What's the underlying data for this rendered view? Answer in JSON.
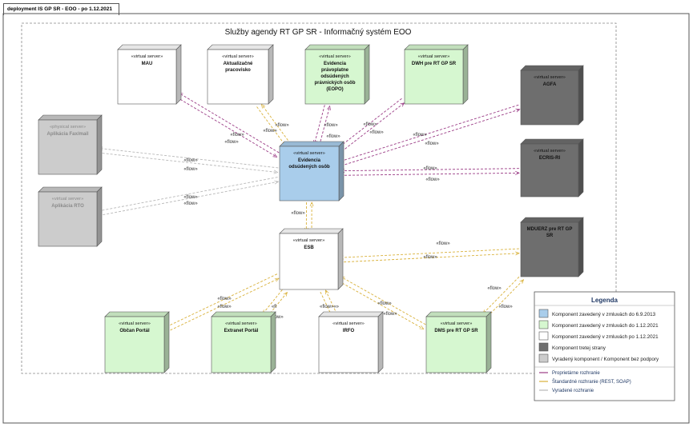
{
  "frame_label": "deployment IS GP SR - EOO - po 1.12.2021",
  "diagram_title": "Služby agendy RT GP SR - Informačný systém EOO",
  "colors": {
    "blue": "#a9cdeb",
    "green": "#d6f7d0",
    "white": "#ffffff",
    "dark": "#6e6e6e",
    "gray": "#cccccc",
    "proprietary": "#9b3c86",
    "standard": "#d9b13a",
    "deprecated": "#b8b8b8"
  },
  "nodes": [
    {
      "id": "mau",
      "stereotype": "«virtual server»",
      "name": [
        "MAU"
      ],
      "category": "white"
    },
    {
      "id": "aktualizacne",
      "stereotype": "«virtual server»",
      "name": [
        "Aktualizačné",
        "pracovisko"
      ],
      "category": "white"
    },
    {
      "id": "eopo",
      "stereotype": "«virtual server»",
      "name": [
        "Evidencia",
        "právoplatne",
        "odsúdených",
        "právnických osôb",
        "(EOPO)"
      ],
      "category": "green"
    },
    {
      "id": "dwh",
      "stereotype": "«virtual server»",
      "name": [
        "DWH pre RT GP SR"
      ],
      "category": "green"
    },
    {
      "id": "agfa",
      "stereotype": "«virtual server»",
      "name": [
        "AGFA"
      ],
      "category": "dark"
    },
    {
      "id": "ecris",
      "stereotype": "«virtual server»",
      "name": [
        "ECRIS-RI"
      ],
      "category": "dark"
    },
    {
      "id": "fax",
      "stereotype": "«physical server»",
      "name": [
        "Aplikácia Fax/mail"
      ],
      "category": "gray"
    },
    {
      "id": "rto",
      "stereotype": "«virtual server»",
      "name": [
        "Aplikácia RTO"
      ],
      "category": "gray"
    },
    {
      "id": "eoo",
      "stereotype": "«virtual server»",
      "name": [
        "Evidencia",
        "odsúdených osôb"
      ],
      "category": "blue"
    },
    {
      "id": "esb",
      "stereotype": "«virtual server»",
      "name": [
        "ESB"
      ],
      "category": "white"
    },
    {
      "id": "mduerz",
      "stereotype": "",
      "name": [
        "MDUERZ pre RT GP",
        "SR"
      ],
      "category": "dark"
    },
    {
      "id": "obcan",
      "stereotype": "«virtual server»",
      "name": [
        "Občan Portál"
      ],
      "category": "green"
    },
    {
      "id": "extranet",
      "stereotype": "«virtual server»",
      "name": [
        "Extranet Portál"
      ],
      "category": "green"
    },
    {
      "id": "irfo",
      "stereotype": "«virtual server»",
      "name": [
        "IRFO"
      ],
      "category": "white"
    },
    {
      "id": "dms",
      "stereotype": "«virtual server»",
      "name": [
        "DMS pre RT GP SR"
      ],
      "category": "green"
    }
  ],
  "flows": [
    {
      "from": "eoo",
      "to": "mau",
      "kind": "proprietary",
      "labels": [
        "«flow»",
        "«flow»"
      ]
    },
    {
      "from": "eoo",
      "to": "aktualizacne",
      "kind": "standard",
      "labels": [
        "«flow»",
        "«flow»"
      ]
    },
    {
      "from": "eoo",
      "to": "eopo",
      "kind": "proprietary",
      "labels": [
        "«flow»",
        "«flow»"
      ]
    },
    {
      "from": "eoo",
      "to": "dwh",
      "kind": "proprietary",
      "labels": [
        "«flow»",
        "«flow»"
      ]
    },
    {
      "from": "eoo",
      "to": "agfa",
      "kind": "proprietary",
      "labels": [
        "«flow»",
        "«flow»"
      ]
    },
    {
      "from": "eoo",
      "to": "ecris",
      "kind": "proprietary",
      "labels": [
        "«flow»",
        "«flow»"
      ]
    },
    {
      "from": "eoo",
      "to": "fax",
      "kind": "deprecated",
      "labels": [
        "«flow»",
        "«flow»"
      ]
    },
    {
      "from": "eoo",
      "to": "rto",
      "kind": "deprecated",
      "labels": [
        "«flow»",
        "«flow»"
      ]
    },
    {
      "from": "eoo",
      "to": "esb",
      "kind": "standard",
      "labels": [
        "«flow»"
      ]
    },
    {
      "from": "esb",
      "to": "mduerz",
      "kind": "standard",
      "labels": [
        "«flow»",
        "«flow»"
      ]
    },
    {
      "from": "esb",
      "to": "obcan",
      "kind": "standard",
      "labels": [
        "«flow»",
        "«flow»"
      ]
    },
    {
      "from": "esb",
      "to": "extranet",
      "kind": "standard",
      "labels": [
        "«fl",
        "«flow»"
      ]
    },
    {
      "from": "esb",
      "to": "irfo",
      "kind": "standard",
      "labels": [
        "«flow»«»"
      ]
    },
    {
      "from": "esb",
      "to": "dms",
      "kind": "standard",
      "labels": [
        "«flow»",
        "«flow»"
      ]
    },
    {
      "from": "dms",
      "to": "mduerz",
      "kind": "standard",
      "labels": [
        "«flow»",
        "«flow»"
      ]
    }
  ],
  "legend": {
    "title": "Legenda",
    "items": [
      {
        "category": "blue",
        "label": "Komponent zavedený v zmluvách do 6.9.2013"
      },
      {
        "category": "green",
        "label": "Komponent zavedený v zmluvách do 1.12.2021"
      },
      {
        "category": "white",
        "label": "Komponent zavedený v zmluvách po 1.12.2021"
      },
      {
        "category": "dark",
        "label": "Komponent tretej strany"
      },
      {
        "category": "gray",
        "label": "Vyradený komponent / Komponent bez podpory"
      }
    ],
    "lines": [
      {
        "kind": "proprietary",
        "label": "Proprietárne rozhranie"
      },
      {
        "kind": "standard",
        "label": "Štandardné rozhranie (REST, SOAP)"
      },
      {
        "kind": "deprecated",
        "label": "Vyradené rozhranie"
      }
    ]
  }
}
